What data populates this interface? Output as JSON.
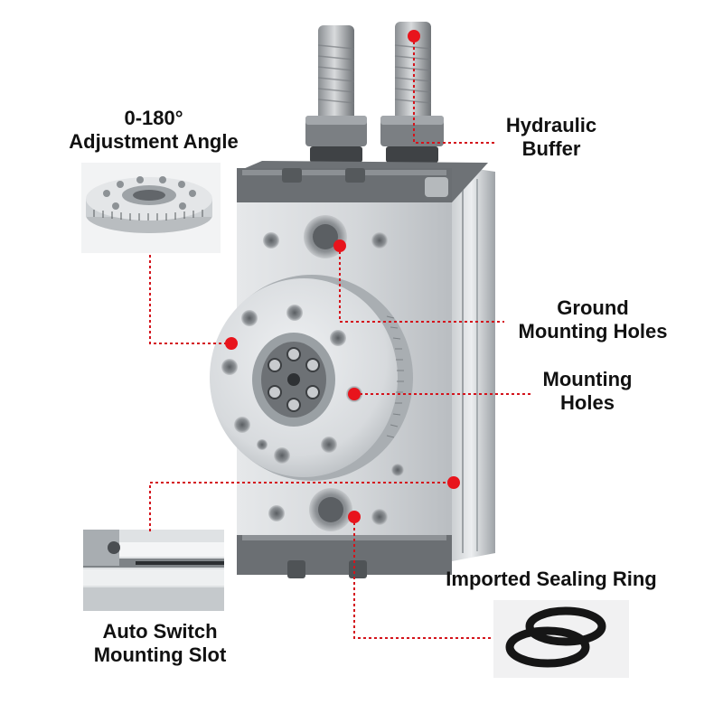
{
  "callouts": {
    "adjustment": {
      "line1": "0-180°",
      "line2": "Adjustment Angle"
    },
    "buffer": {
      "line1": "Hydraulic",
      "line2": "Buffer"
    },
    "ground_holes": {
      "line1": "Ground",
      "line2": "Mounting Holes"
    },
    "mounting_holes": {
      "line1": "Mounting",
      "line2": "Holes"
    },
    "switch_slot": {
      "line1": "Auto Switch",
      "line2": "Mounting Slot"
    },
    "sealing_ring": {
      "line1": "Imported Sealing Ring"
    }
  },
  "colors": {
    "marker": "#e8141c",
    "leader": "#d4141c",
    "body": "#cfd3d6",
    "body_shadow": "#a9aeb2",
    "cap": "#6e7276",
    "seal": "#161616"
  },
  "icons": [
    "rotary-actuator",
    "dial-plate-inset",
    "switch-slot-inset",
    "o-ring-inset"
  ]
}
